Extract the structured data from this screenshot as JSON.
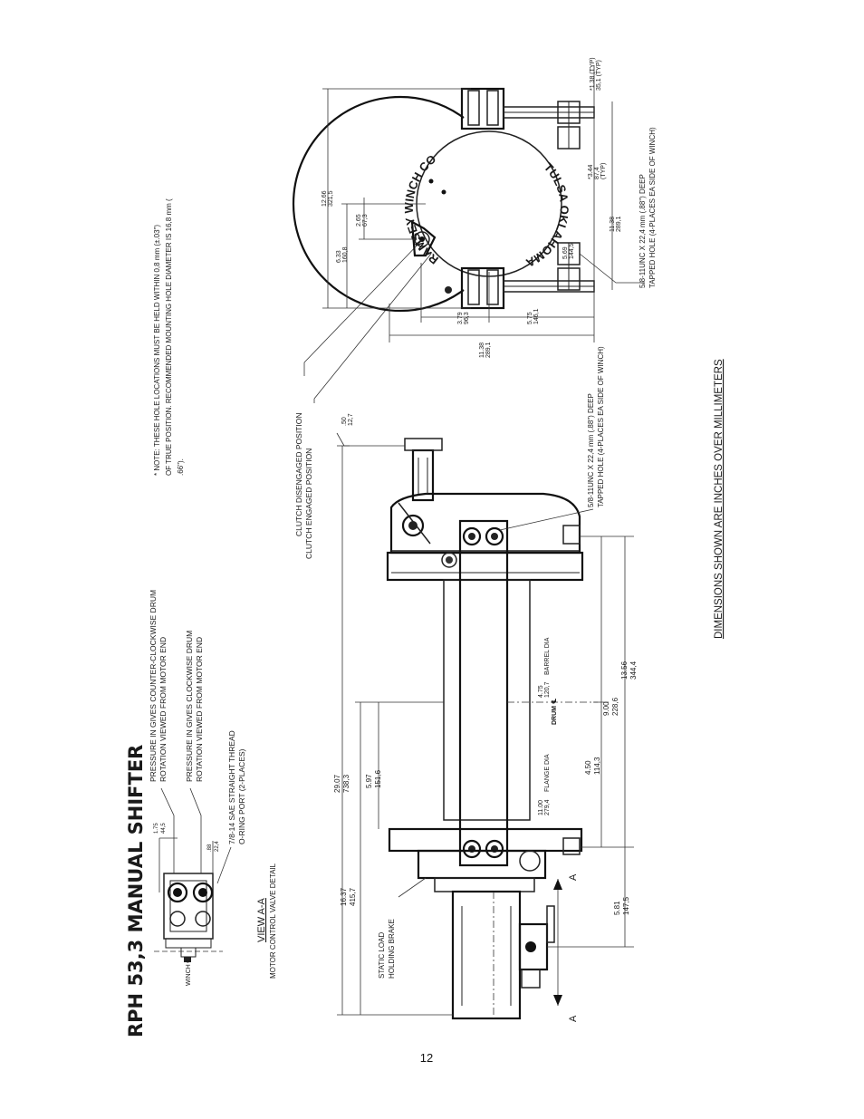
{
  "page": {
    "title": "RPH 53,3 MANUAL SHIFTER",
    "subtitle": "DIMENSIONS SHOWN ARE INCHES OVER MILLIMETERS",
    "page_number": "12"
  },
  "note": {
    "line1": "* NOTE: THESE HOLE LOCATIONS MUST BE HELD WITHIN 0,8 mm (±.03\")",
    "line2": "OF TRUE POSITION. RECOMMENDED MOUNTING HOLE DIAMETER IS 16,8 mm (",
    "line3": ".66\")."
  },
  "valve_detail": {
    "view_title": "VIEW A-A",
    "view_subtitle": "MOTOR CONTROL VALVE DETAIL",
    "ccw_line1": "PRESSURE IN GIVES COUNTER-CLOCKWISE DRUM",
    "ccw_line2": "ROTATION VIEWED FROM MOTOR END",
    "cw_line1": "PRESSURE IN GIVES CLOCKWISE DRUM",
    "cw_line2": "ROTATION VIEWED FROM MOTOR END",
    "port_line1": "7/8-14 SAE STRAIGHT THREAD",
    "port_line2": "O-RING PORT (2-PLACES)",
    "dim1_in": "1.75",
    "dim1_mm": "44,5",
    "dim2_in": ".88",
    "dim2_mm": "22,4",
    "winch_cl": "WINCH ℄"
  },
  "side_view": {
    "clutch_disengaged": "CLUTCH DISENGAGED POSITION",
    "clutch_engaged": "CLUTCH ENGAGED POSITION",
    "brake_line1": "STATIC LOAD",
    "brake_line2": "HOLDING BRAKE",
    "tapped_line1": "5/8-11UNC X  22,4 mm (.88\") DEEP",
    "tapped_line2": "TAPPED HOLE (4-PLACES EA SIDE OF WINCH)",
    "barrel_in": "4.75",
    "barrel_mm": "120,7",
    "barrel_label": "BARREL DIA",
    "flange_in": "11.00",
    "flange_mm": "279,4",
    "flange_label": "FLANGE DIA",
    "drum_cl": "DRUM ℄",
    "section_a": "A",
    "dim_overall_in": "29.07",
    "dim_overall_mm": "738,3",
    "dim_motor_in": "16.37",
    "dim_motor_mm": "415,7",
    "dim_half_in": "5.97",
    "dim_half_mm": "151,6",
    "dim_center_in": "9.00",
    "dim_center_mm": "228,6",
    "dim_offset_in": "4.50",
    "dim_offset_mm": "114,3",
    "dim_span_in": "13.56",
    "dim_span_mm": "344,4",
    "dim_valve_in": "5.81",
    "dim_valve_mm": "147,5",
    "dim_handle_in": ".50",
    "dim_handle_mm": "12,7"
  },
  "end_view": {
    "logo_top": "RAMSEY WINCH CO",
    "logo_bottom": "TULSA OKLAHOMA",
    "tapped_line1": "5/8-11UNC X  22,4 mm (.88\")  DEEP",
    "tapped_line2": "TAPPED HOLE (4-PLACES EA SIDE OF WINCH)",
    "dim_height_in": "12.66",
    "dim_height_mm": "321,5",
    "dim_center_in": "6.33",
    "dim_center_mm": "160,8",
    "dim_handle_in": "2.65",
    "dim_handle_mm": "67,3",
    "dim_width_in": "11.38",
    "dim_width_mm": "289,1",
    "dim_left_in": "3.79",
    "dim_left_mm": "96,3",
    "dim_right_in": "5.75",
    "dim_right_mm": "146,1",
    "dim_typ_in": "*1.38 (TYP)",
    "dim_typ_mm": "35,1 (TYP)",
    "dim_mid_in": "*3.44",
    "dim_mid_mm": "87,4",
    "dim_mid_typ": "(TYP)",
    "dim_bolt_in": "5.69",
    "dim_bolt_mm": "144,5",
    "dim_base_in": "11.38",
    "dim_base_mm": "289,1"
  }
}
